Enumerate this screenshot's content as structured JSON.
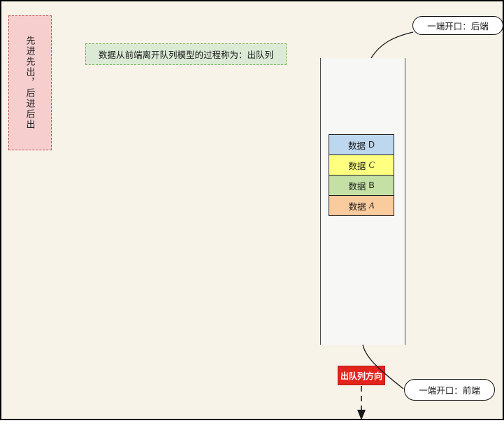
{
  "canvas": {
    "background": "#F7F3E9",
    "frame_color": "#000000"
  },
  "fifo_note": {
    "text": "先进先出，后进后出",
    "bg": "#F6CECE",
    "border": "#C0504D"
  },
  "dequeue_note": {
    "text": "数据从前端离开队列模型的过程称为：出队列",
    "bg": "#DBEAD5",
    "border": "#7FB45C"
  },
  "queue": {
    "container_bg": "#F7F7F5",
    "edge_color": "#4d4d4d",
    "items": [
      {
        "prefix": "数据",
        "letter": "D",
        "italic": false,
        "bg": "#BDD7EE"
      },
      {
        "prefix": "数据",
        "letter": "C",
        "italic": true,
        "bg": "#FFFF80"
      },
      {
        "prefix": "数据",
        "letter": "B",
        "italic": false,
        "bg": "#C5E0A5"
      },
      {
        "prefix": "数据",
        "letter": "A",
        "italic": true,
        "bg": "#F9CB9D"
      }
    ]
  },
  "callouts": {
    "rear": "一端开口：后端",
    "front": "一端开口：前端"
  },
  "direction_label": {
    "text": "出队列方向",
    "bg": "#E3241C",
    "border": "#B71C1C",
    "text_color": "#FFFFFF"
  }
}
